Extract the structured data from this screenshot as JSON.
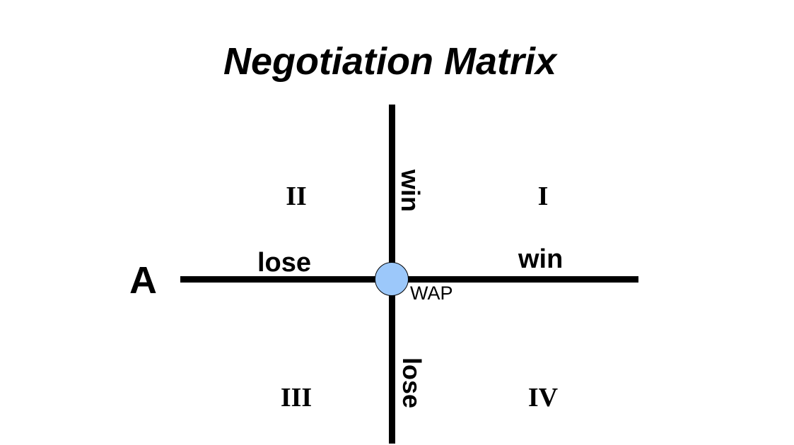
{
  "title": "Negotiation Matrix",
  "party_label": "A",
  "horizontal_axis": {
    "left_label": "lose",
    "right_label": "win"
  },
  "vertical_axis": {
    "top_label": "win",
    "bottom_label": "lose"
  },
  "center_point": {
    "label": "WAP",
    "color": "#9cc8fa"
  },
  "quadrants": {
    "top_right": "I",
    "top_left": "II",
    "bottom_left": "III",
    "bottom_right": "IV"
  }
}
